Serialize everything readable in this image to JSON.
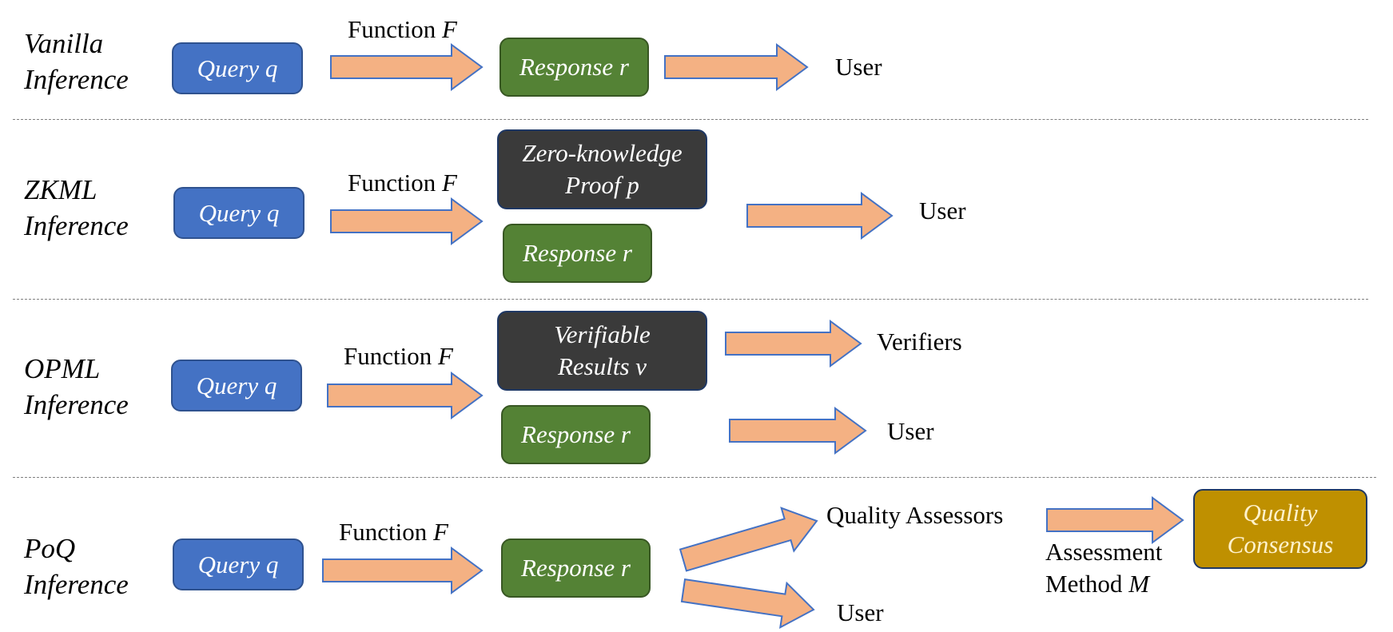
{
  "colors": {
    "query_fill": "#4472c4",
    "response_fill": "#548235",
    "proof_fill": "#3a3a3a",
    "consensus_fill": "#bf9000",
    "arrow_fill": "#f4b183",
    "arrow_stroke": "#4472c4"
  },
  "rows": [
    {
      "label": "Vanilla\nInference",
      "query": "Query q",
      "function_label": "Function",
      "function_var": "F",
      "response": "Response r",
      "target": "User"
    },
    {
      "label": "ZKML\nInference",
      "query": "Query q",
      "function_label": "Function",
      "function_var": "F",
      "proof": "Zero-knowledge\nProof p",
      "response": "Response r",
      "target": "User"
    },
    {
      "label": "OPML\nInference",
      "query": "Query q",
      "function_label": "Function",
      "function_var": "F",
      "proof": "Verifiable\nResults v",
      "response": "Response r",
      "target_verifiers": "Verifiers",
      "target_user": "User"
    },
    {
      "label": "PoQ\nInference",
      "query": "Query q",
      "function_label": "Function",
      "function_var": "F",
      "response": "Response r",
      "target_assessors": "Quality Assessors",
      "target_user": "User",
      "assessment_label": "Assessment\nMethod",
      "assessment_var": "M",
      "consensus": "Quality\nConsensus"
    }
  ]
}
